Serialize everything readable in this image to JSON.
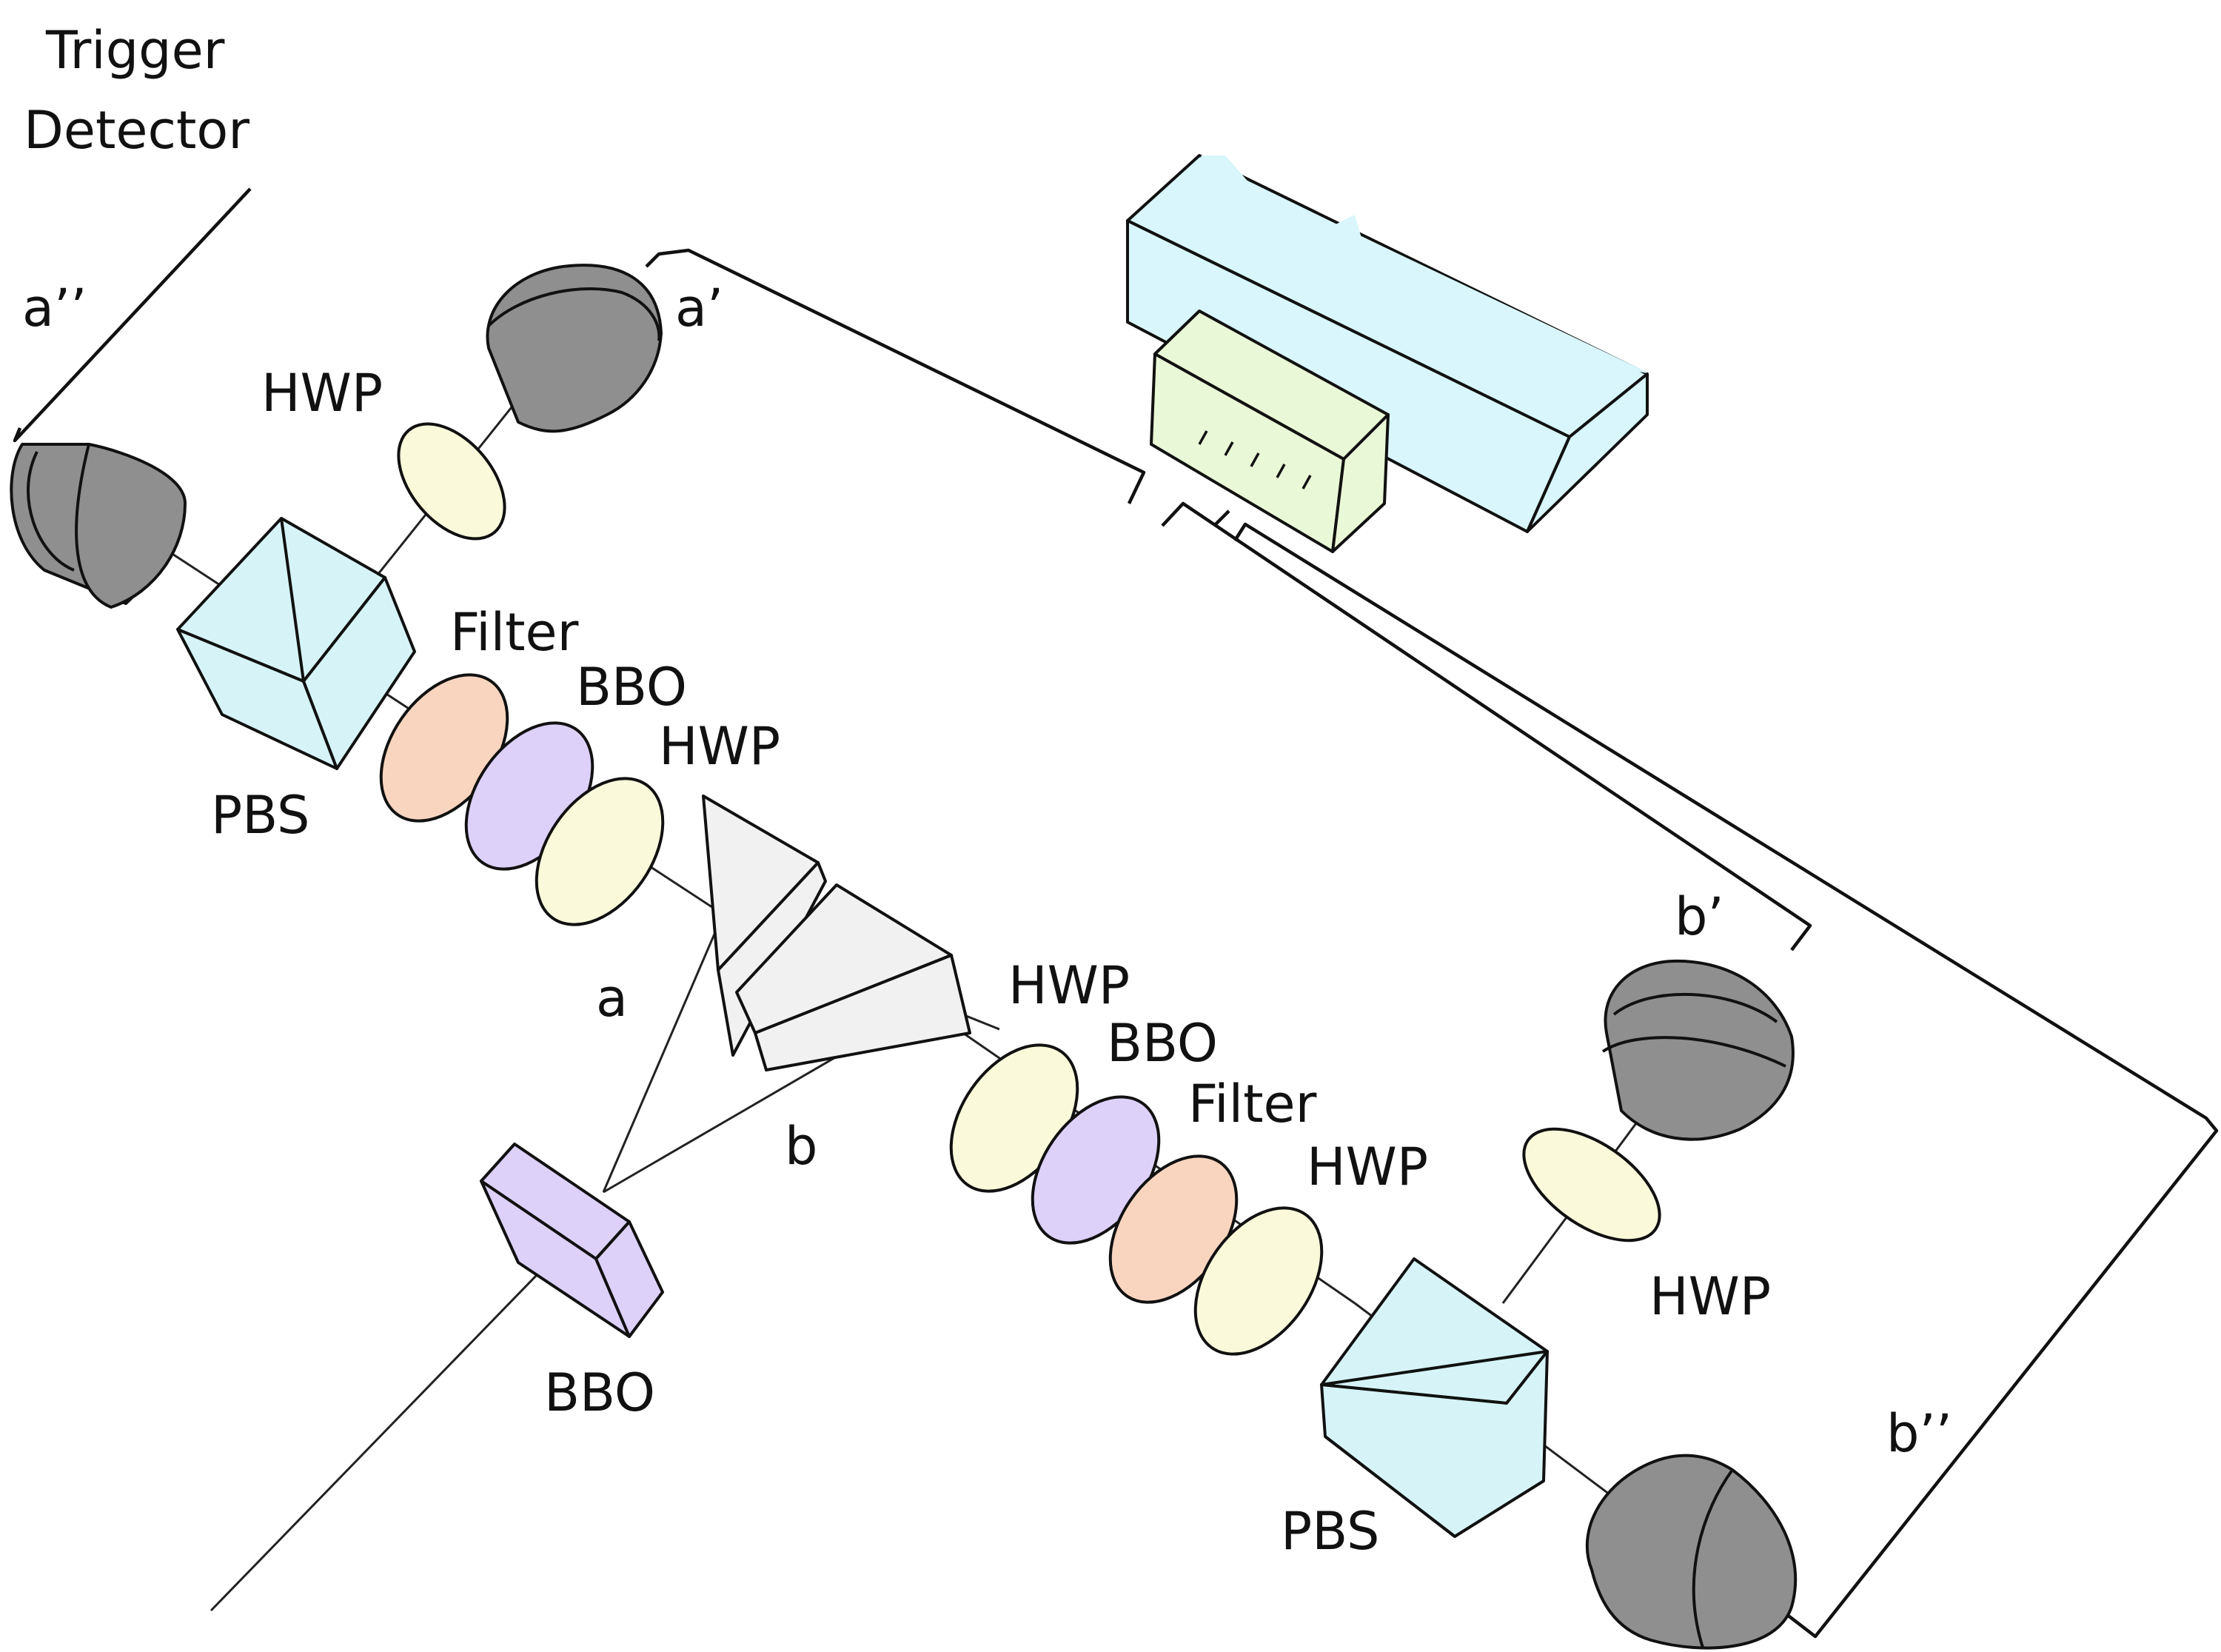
{
  "labels": {
    "trigger_line1": "Trigger",
    "trigger_line2": "Detector",
    "a_dprime": "a’’",
    "a_prime": "a’",
    "hwp_a_top": "HWP",
    "pbs_a": "PBS",
    "filter_a": "Filter",
    "bbo_a": "BBO",
    "hwp_a_mid": "HWP",
    "beam_a": "a",
    "beam_b": "b",
    "bbo_source": "BBO",
    "hwp_b1": "HWP",
    "bbo_b": "BBO",
    "filter_b": "Filter",
    "hwp_b2": "HWP",
    "b_prime": "b’",
    "hwp_b_out": "HWP",
    "b_dprime": "b’’",
    "pbs_b": "PBS"
  },
  "colors": {
    "detector": "#8f8f8f",
    "pbs": "#d6f4f8",
    "hwp": "#fafadb",
    "filter": "#f9d5c0",
    "bbo": "#ddd1fa",
    "prism": "#f1f1f1",
    "coincidence_box": "#e9f8d6",
    "computer": "#d8f6fb"
  }
}
